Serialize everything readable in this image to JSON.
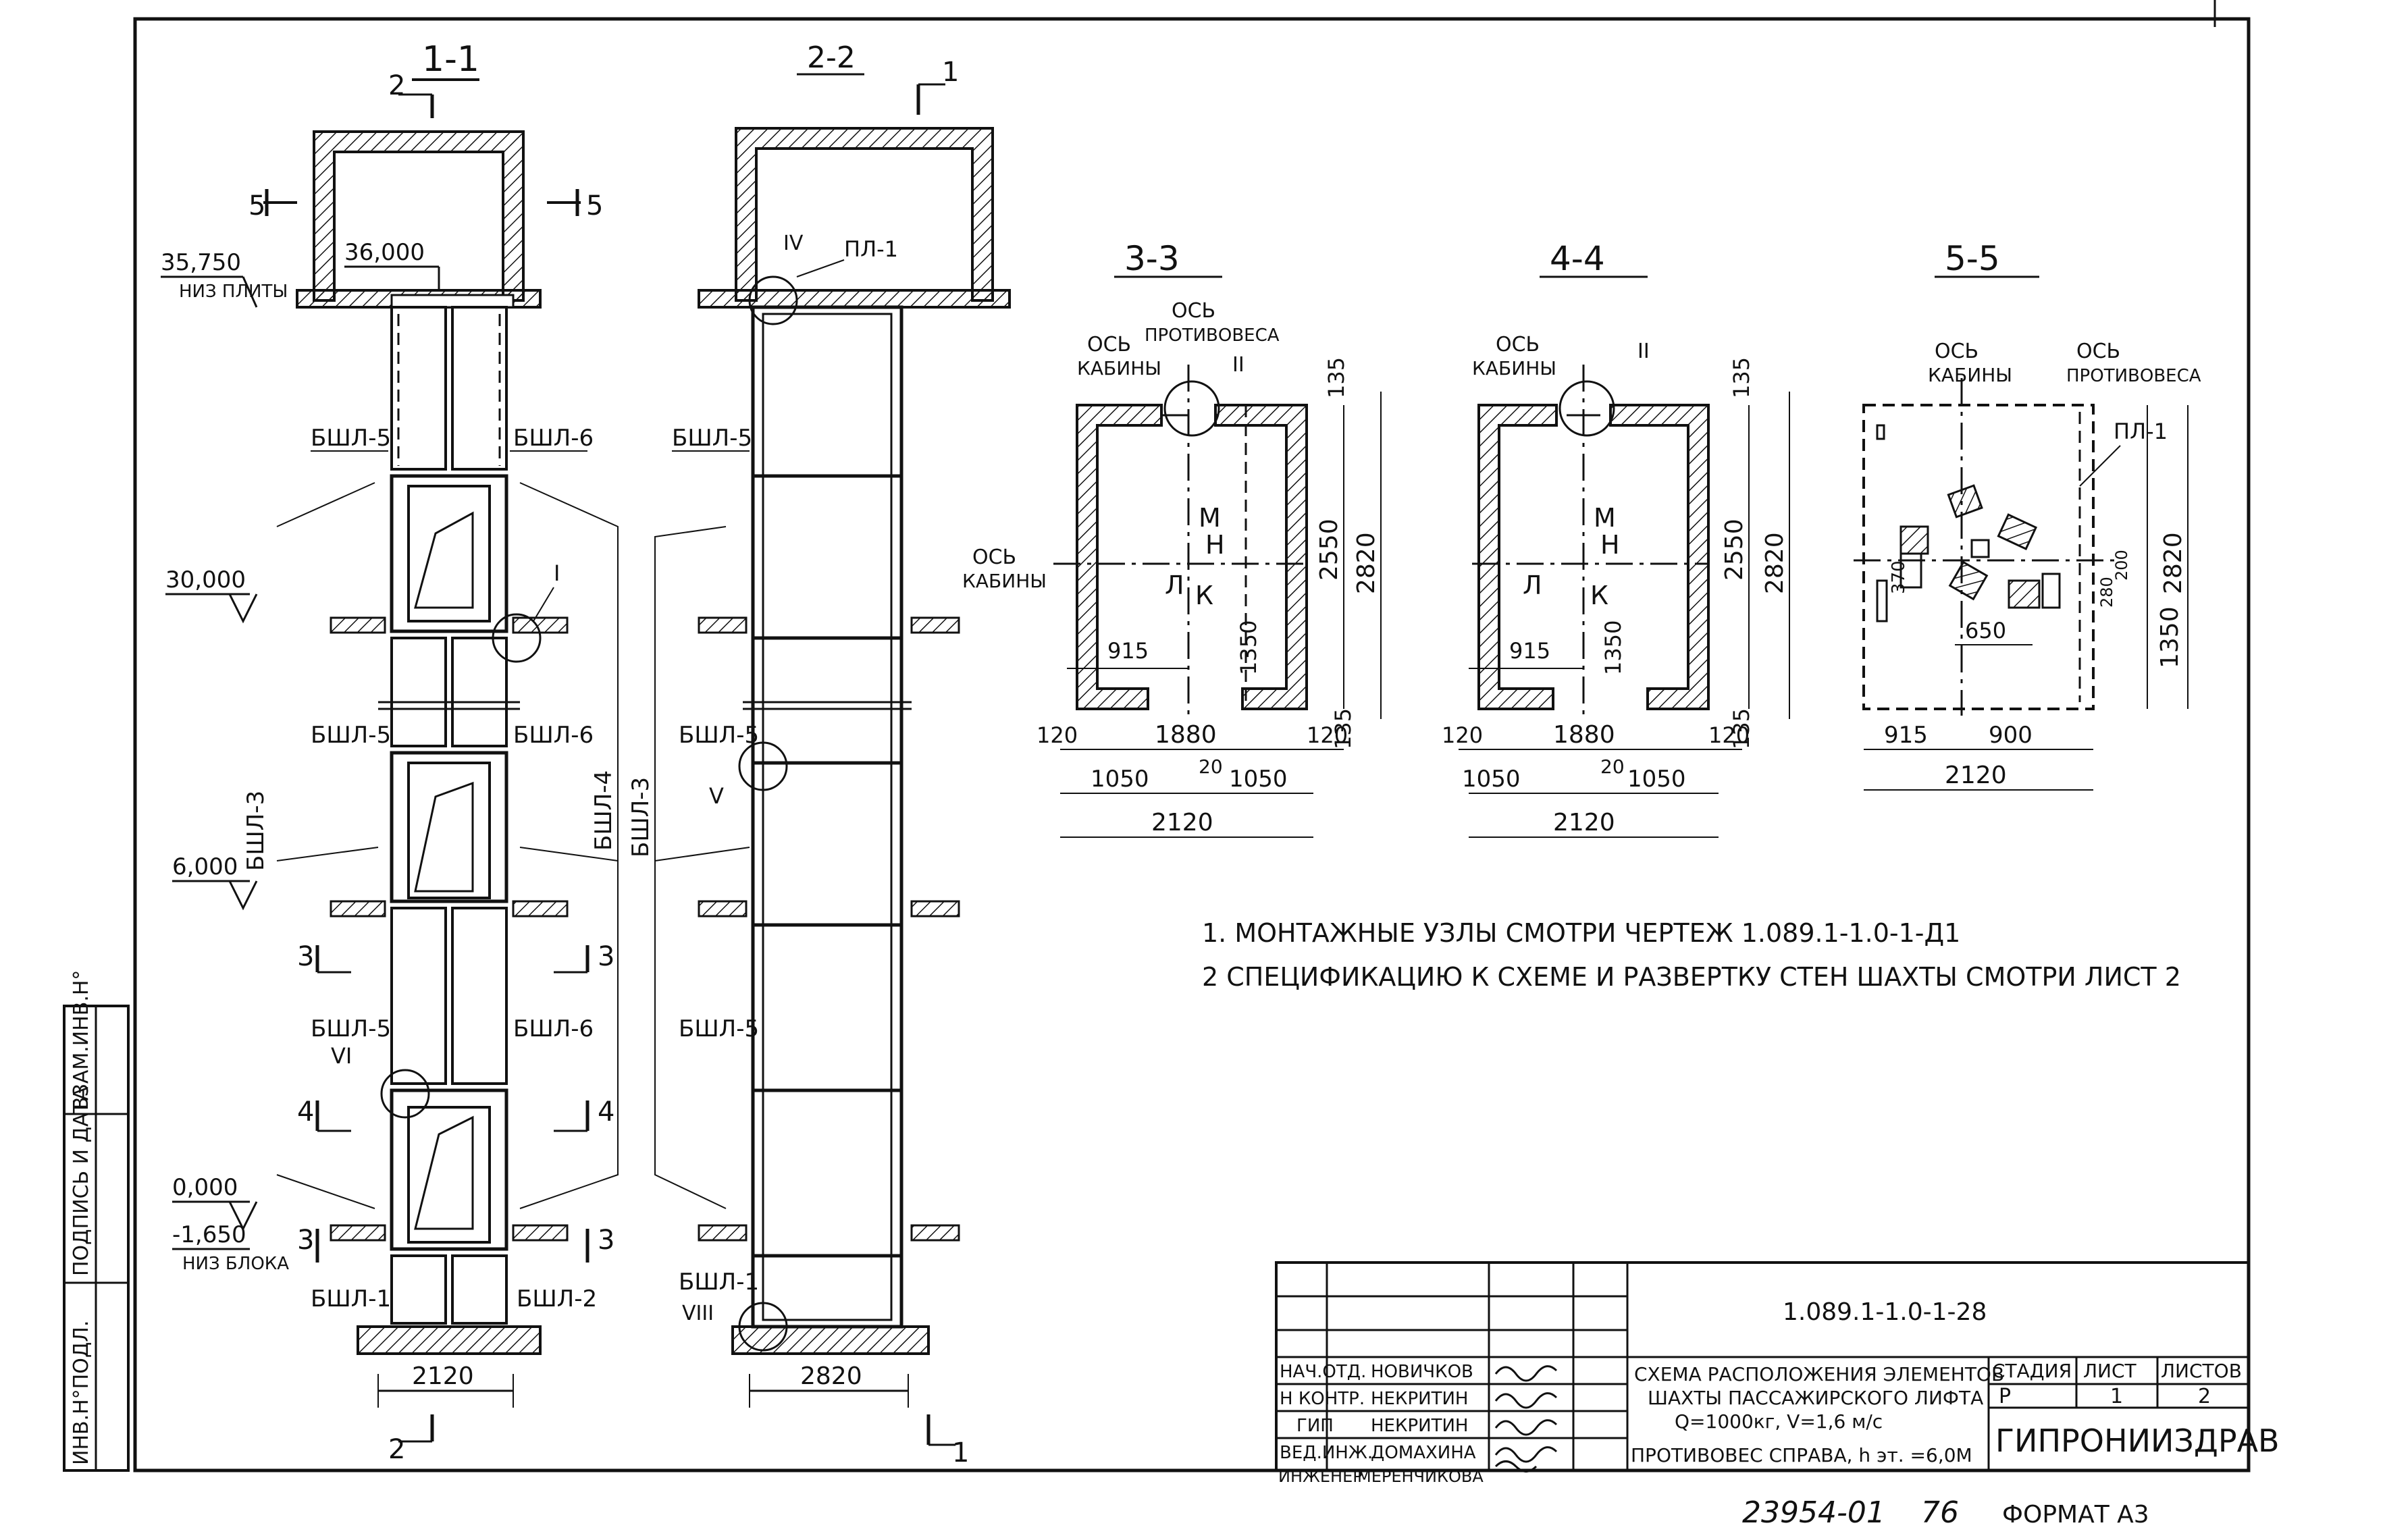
{
  "sections": {
    "s11": {
      "title": "1-1",
      "width_dim": "2120"
    },
    "s22": {
      "title": "2-2",
      "width_dim": "2820"
    },
    "s33": {
      "title": "3-3"
    },
    "s44": {
      "title": "4-4"
    },
    "s55": {
      "title": "5-5"
    }
  },
  "cut_marks": {
    "one": "1",
    "two": "2",
    "three": "3",
    "four": "4",
    "five": "5"
  },
  "levels": {
    "top_slab": "35,750",
    "top_slab_note": "НИЗ ПЛИТЫ",
    "l36": "36,000",
    "l30": "30,000",
    "l6": "6,000",
    "l0": "0,000",
    "bottom": "-1,650",
    "bottom_note": "НИЗ БЛОКА"
  },
  "blocks": {
    "bshl1": "БШЛ-1",
    "bshl2": "БШЛ-2",
    "bshl3": "БШЛ-3",
    "bshl4": "БШЛ-4",
    "bshl5": "БШЛ-5",
    "bshl6": "БШЛ-6",
    "pl1": "ПЛ-1"
  },
  "nodes": {
    "I": "I",
    "II": "II",
    "IV": "IV",
    "V": "V",
    "VI": "VI",
    "VIII": "VIII"
  },
  "plan_labels": {
    "axis_cabin": "ОСЬ КАБИНЫ",
    "axis_cabin_word": "ОСЬ",
    "cabin_word": "КАБИНЫ",
    "axis_cw_word": "ОСЬ",
    "cw_word": "ПРОТИВОВЕСА",
    "m": "М",
    "n": "Н",
    "l": "Л",
    "k": "К"
  },
  "dims": {
    "d135": "135",
    "d2550": "2550",
    "d2820": "2820",
    "d1350": "1350",
    "d915": "915",
    "d1880": "1880",
    "d120": "120",
    "d1050": "1050",
    "d20": "20",
    "d2120": "2120",
    "d370": "370",
    "d280": "280",
    "d200": "200",
    "d650": "650",
    "d900": "900"
  },
  "notes": [
    "1. МОНТАЖНЫЕ УЗЛЫ СМОТРИ ЧЕРТЕЖ 1.089.1-1.0-1-Д1",
    "2  СПЕЦИФИКАЦИЮ К СХЕМЕ И РАЗВЕРТКУ СТЕН ШАХТЫ СМОТРИ ЛИСТ 2"
  ],
  "side_stamp": {
    "inv_podl": "ИНВ.Н°ПОДЛ.",
    "sign_date": "ПОДПИСЬ И ДАТА",
    "vzam_inv": "ВЗАМ.ИНВ.Н°"
  },
  "title_block": {
    "code": "1.089.1-1.0-1-28",
    "rows": [
      {
        "role": "НАЧ.ОТД.",
        "name": "НОВИЧКОВ"
      },
      {
        "role": "Н КОНТР.",
        "name": "НЕКРИТИН"
      },
      {
        "role": "ГИП",
        "name": "НЕКРИТИН"
      },
      {
        "role": "ВЕД.ИНЖ.",
        "name": "ДОМАХИНА"
      },
      {
        "role": "ИНЖЕНЕР",
        "name": "МЕРЕНЧИКОВА"
      }
    ],
    "description_1": "СХЕМА РАСПОЛОЖЕНИЯ ЭЛЕМЕНТОВ",
    "description_2": "ШАХТЫ ПАССАЖИРСКОГО ЛИФТА",
    "description_3": "Q=1000кг, V=1,6 м/с",
    "description_4": "ПРОТИВОВЕС СПРАВА, h эт. =6,0М",
    "stage_label": "СТАДИЯ",
    "sheet_label": "ЛИСТ",
    "sheets_label": "ЛИСТОВ",
    "stage": "Р",
    "sheet": "1",
    "sheets": "2",
    "org": "ГИПРОНИИЗДРАВ"
  },
  "footer": {
    "archive_no": "23954-01",
    "archive_page": "76",
    "format": "ФОРМАТ А3"
  }
}
